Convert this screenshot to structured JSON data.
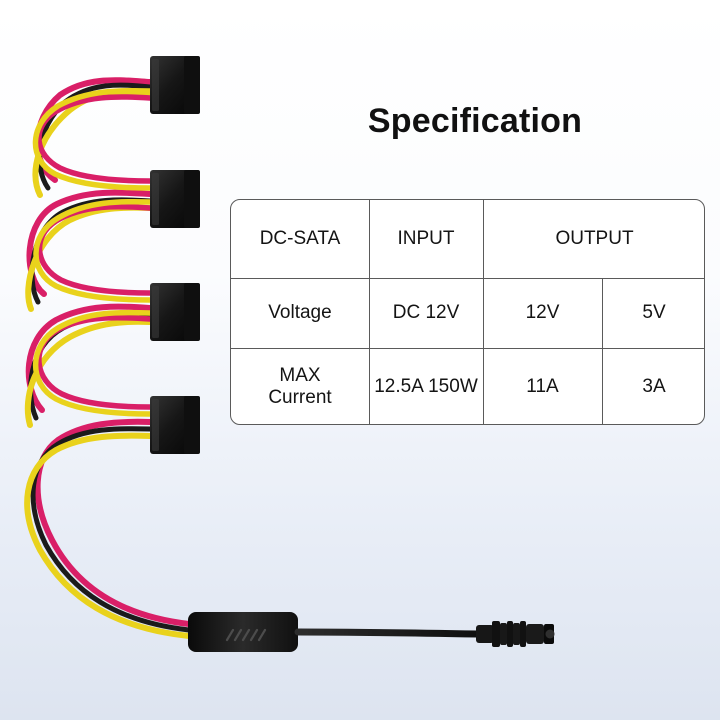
{
  "title": "Specification",
  "table": {
    "header": {
      "col1": "DC-SATA",
      "col2": "INPUT",
      "col3": "OUTPUT"
    },
    "rows": [
      {
        "label": "Voltage",
        "input": "DC 12V",
        "output_12v": "12V",
        "output_5v": "5V"
      },
      {
        "label": "MAX\nCurrent",
        "input": "12.5A 150W",
        "output_12v": "11A",
        "output_5v": "3A"
      }
    ]
  },
  "colors": {
    "cable_red": "#d91f67",
    "cable_yellow": "#e9d21c",
    "cable_black": "#1b1b1b",
    "connector_black": "#121212",
    "accent_text": "#111111"
  },
  "icons": {
    "sata_connector": "sata-connector-icon",
    "switch_box": "inline-switch-box-icon",
    "dc_jack": "dc-jack-icon"
  }
}
